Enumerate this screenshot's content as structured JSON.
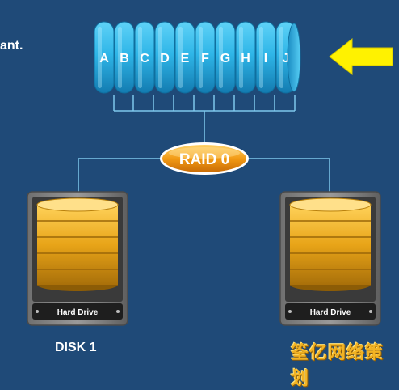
{
  "side_text": "ant.",
  "stripe_letters": [
    "A",
    "B",
    "C",
    "D",
    "E",
    "F",
    "G",
    "H",
    "I",
    "J"
  ],
  "raid_label": "RAID 0",
  "disks": [
    {
      "drive_label": "Hard Drive",
      "caption": "DISK 1"
    },
    {
      "drive_label": "Hard Drive",
      "caption": ""
    }
  ],
  "watermark": "筌亿网络策划",
  "colors": {
    "background": "#1f4a78",
    "stripe_blue": "#2fb6e8",
    "raid_orange": "#f29a14",
    "arrow_yellow": "#fff200",
    "platter_gold": "#e8a418",
    "connector": "#7fc8ec"
  }
}
